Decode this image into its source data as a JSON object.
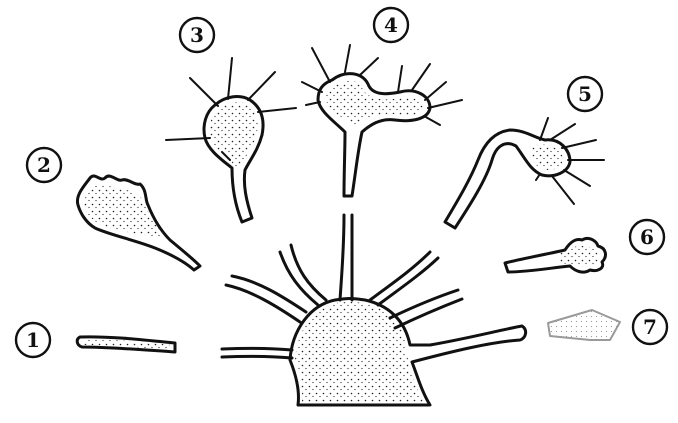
{
  "labels": [
    "1",
    "2",
    "3",
    "4",
    "5",
    "6",
    "7"
  ],
  "colors": {
    "ink": "#111111",
    "stipple": "#222222",
    "faint": "#9a9a9a",
    "background": "#ffffff"
  }
}
